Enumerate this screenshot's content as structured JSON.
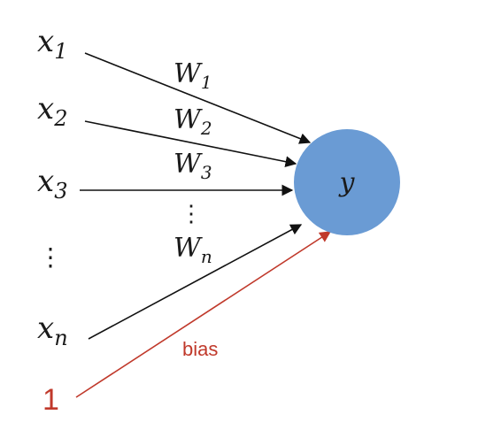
{
  "diagram": {
    "inputs": [
      {
        "base": "x",
        "sub": "1"
      },
      {
        "base": "x",
        "sub": "2"
      },
      {
        "base": "x",
        "sub": "3"
      },
      {
        "base": "x",
        "sub": "n"
      }
    ],
    "weights": [
      {
        "base": "W",
        "sub": "1"
      },
      {
        "base": "W",
        "sub": "2"
      },
      {
        "base": "W",
        "sub": "3"
      },
      {
        "base": "W",
        "sub": "n"
      }
    ],
    "input_ellipsis": "⋮",
    "weight_ellipsis": "⋮",
    "bias_input": "1",
    "bias_label": "bias",
    "output": "y",
    "colors": {
      "node_fill": "#6a9bd4",
      "bias": "#c0392b",
      "edge": "#111111"
    }
  }
}
